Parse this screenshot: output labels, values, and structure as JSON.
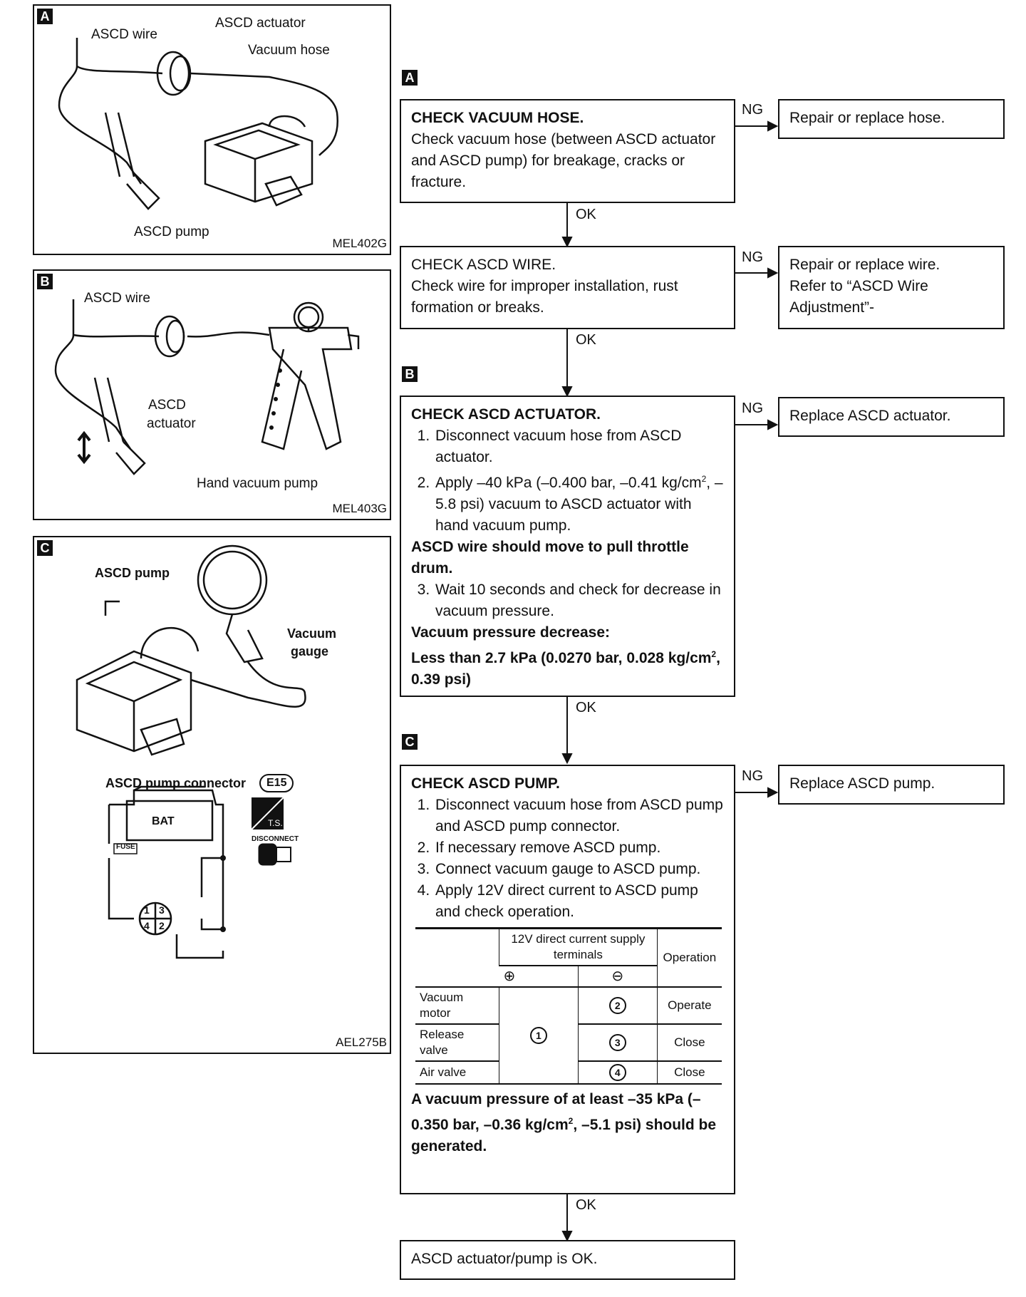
{
  "panel_a": {
    "tag": "A",
    "labels": {
      "wire": "ASCD wire",
      "actuator": "ASCD actuator",
      "hose": "Vacuum hose",
      "pump": "ASCD pump"
    },
    "code": "MEL402G"
  },
  "panel_b": {
    "tag": "B",
    "labels": {
      "wire": "ASCD wire",
      "actuator_1": "ASCD",
      "actuator_2": "actuator",
      "hand_pump": "Hand vacuum pump"
    },
    "code": "MEL403G"
  },
  "panel_c": {
    "tag": "C",
    "labels": {
      "pump": "ASCD pump",
      "gauge_1": "Vacuum",
      "gauge_2": "gauge",
      "connector": "ASCD pump connector",
      "connector_id": "E15",
      "bat": "BAT",
      "fuse": "FUSE",
      "ts": "T.S.",
      "disconnect": "DISCONNECT",
      "pin1": "1",
      "pin2": "2",
      "pin3": "3",
      "pin4": "4"
    },
    "code": "AEL275B"
  },
  "flow": {
    "tag_a": "A",
    "tag_b": "B",
    "tag_c": "C",
    "ng": "NG",
    "ok": "OK",
    "step1": {
      "title": "CHECK VACUUM HOSE.",
      "body": "Check vacuum hose (between ASCD actuator and ASCD pump) for breakage, cracks or fracture.",
      "ng_result": "Repair or replace hose."
    },
    "step2": {
      "title": "CHECK ASCD WIRE.",
      "body": "Check wire for improper installation, rust formation or breaks.",
      "ng_result_1": "Repair or replace wire.",
      "ng_result_2": "Refer to “ASCD Wire Adjustment”-"
    },
    "step3": {
      "title": "CHECK ASCD ACTUATOR.",
      "item1": "Disconnect vacuum hose from ASCD actuator.",
      "item2_a": "Apply –40 kPa (–0.400 bar, –0.41 kg/cm",
      "item2_sup": "2",
      "item2_b": ", –5.8 psi) vacuum to ASCD actuator with hand vacuum pump.",
      "note1": "ASCD wire should move to pull throttle drum.",
      "item3": "Wait 10 seconds and check for decrease in vacuum pressure.",
      "note2": "Vacuum pressure decrease:",
      "note3_a": "Less than 2.7 kPa (0.0270 bar, 0.028 kg/cm",
      "note3_sup": "2",
      "note3_b": ", 0.39 psi)",
      "ng_result": "Replace ASCD actuator."
    },
    "step4": {
      "title": "CHECK ASCD PUMP.",
      "item1": "Disconnect vacuum hose from ASCD pump and ASCD pump connector.",
      "item2": "If necessary remove ASCD pump.",
      "item3": "Connect vacuum gauge to ASCD pump.",
      "item4": "Apply 12V direct current to ASCD pump and check operation.",
      "table": {
        "header_supply": "12V direct current supply terminals",
        "header_operation": "Operation",
        "plus": "⊕",
        "minus": "⊖",
        "plus_terminal": "1",
        "rows": [
          {
            "part": "Vacuum motor",
            "minus_terminal": "2",
            "operation": "Operate"
          },
          {
            "part": "Release valve",
            "minus_terminal": "3",
            "operation": "Close"
          },
          {
            "part": "Air valve",
            "minus_terminal": "4",
            "operation": "Close"
          }
        ]
      },
      "note_a": "A vacuum pressure of at least –35 kPa (–0.350 bar, –0.36 kg/cm",
      "note_sup": "2",
      "note_b": ", –5.1 psi) should be generated.",
      "ng_result": "Replace ASCD pump."
    },
    "final": "ASCD actuator/pump is OK."
  }
}
